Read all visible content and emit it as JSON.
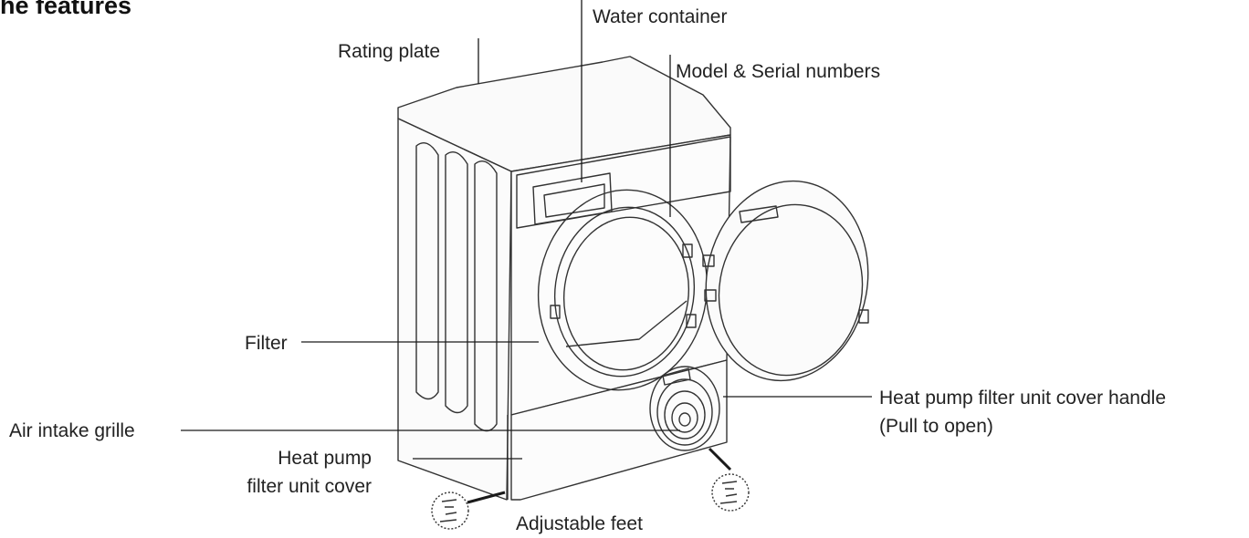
{
  "page": {
    "heading": "he features"
  },
  "labels": {
    "water_container": "Water container",
    "rating_plate": "Rating plate",
    "model_serial": "Model & Serial numbers",
    "filter": "Filter",
    "air_intake_grille": "Air intake grille",
    "heat_pump_cover_line1": "Heat pump",
    "heat_pump_cover_line2": "filter unit cover",
    "cover_handle_line1": "Heat pump filter unit cover handle",
    "cover_handle_line2": "(Pull to open)",
    "adjustable_feet": "Adjustable feet"
  },
  "colors": {
    "line": "#1a1a1a",
    "drawing": "#333333",
    "background": "#ffffff"
  }
}
